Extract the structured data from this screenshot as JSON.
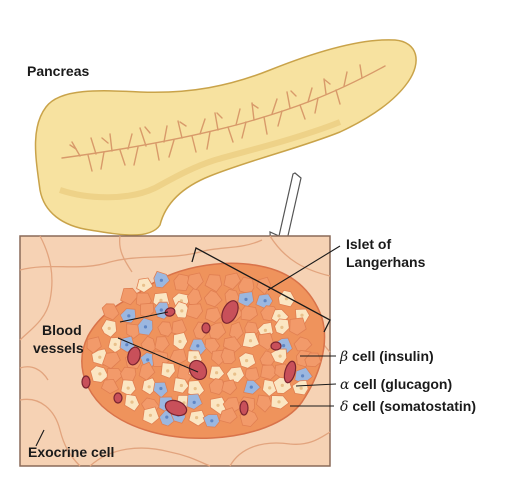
{
  "labels": {
    "pancreas": "Pancreas",
    "islet_line1": "Islet of",
    "islet_line2": "Langerhans",
    "blood_line1": "Blood",
    "blood_line2": "vessels",
    "beta_symbol": "β",
    "beta_text": " cell (insulin)",
    "alpha_symbol": "α",
    "alpha_text": " cell (glucagon)",
    "delta_symbol": "δ",
    "delta_text": " cell (somatostatin)",
    "exocrine": "Exocrine cell"
  },
  "colors": {
    "pancreas_fill": "#f7e2a0",
    "pancreas_stroke": "#c9a34a",
    "duct": "#d89a6a",
    "panel_bg": "#f6d2b4",
    "exocrine_line": "#e2a47e",
    "islet_core": "#ef935c",
    "beta_cell": "#f29a6a",
    "alpha_cell": "#fbe6c2",
    "delta_cell": "#9bb7e0",
    "vessel_fill": "#c8505a",
    "vessel_stroke": "#7a2430"
  }
}
